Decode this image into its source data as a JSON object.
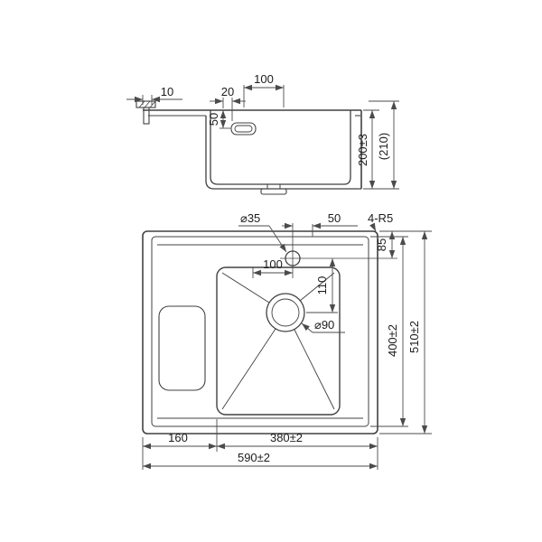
{
  "drawing": {
    "title": "Kitchen sink dimensional drawing",
    "colors": {
      "ink": "#414141",
      "background": "#ffffff"
    },
    "side_view": {
      "clip_width": "10",
      "hole_offset": "20",
      "hole_span": "100",
      "hole_depth": "50",
      "bowl_depth": "200±3",
      "overall_height": "(210)"
    },
    "plan_view": {
      "faucet_diameter": "⌀35",
      "faucet_to_edge": "50",
      "corner_radius": "4-R5",
      "back_offset": "85",
      "faucet_offset_x": "100",
      "drain_offset_y": "110",
      "drain_diameter": "⌀90",
      "inner_depth": "400±2",
      "overall_depth": "510±2",
      "left_section": "160",
      "bowl_width": "380±2",
      "overall_width": "590±2"
    }
  }
}
